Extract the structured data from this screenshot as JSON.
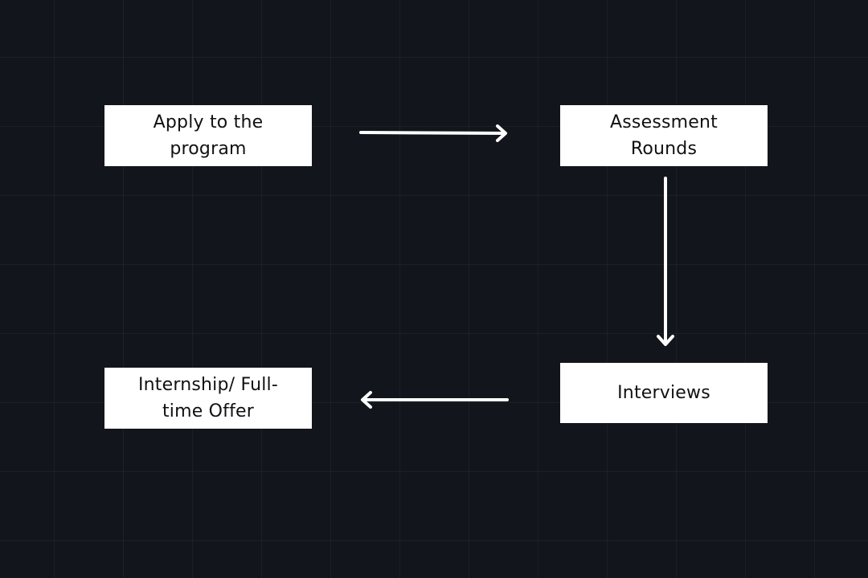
{
  "diagram": {
    "background_color": "#12151b",
    "grid_color": "#2a2d33",
    "node_fill": "#ffffff",
    "node_text_color": "#111111",
    "arrow_color": "#ffffff",
    "nodes": [
      {
        "id": "apply",
        "lines": [
          "Apply to the",
          "program"
        ]
      },
      {
        "id": "assess",
        "lines": [
          "Assessment",
          "Rounds"
        ]
      },
      {
        "id": "interviews",
        "lines": [
          "Interviews"
        ]
      },
      {
        "id": "offer",
        "lines": [
          "Internship/ Full-",
          "time Offer"
        ]
      }
    ],
    "edges": [
      {
        "from": "apply",
        "to": "assess"
      },
      {
        "from": "assess",
        "to": "interviews"
      },
      {
        "from": "interviews",
        "to": "offer"
      }
    ]
  }
}
